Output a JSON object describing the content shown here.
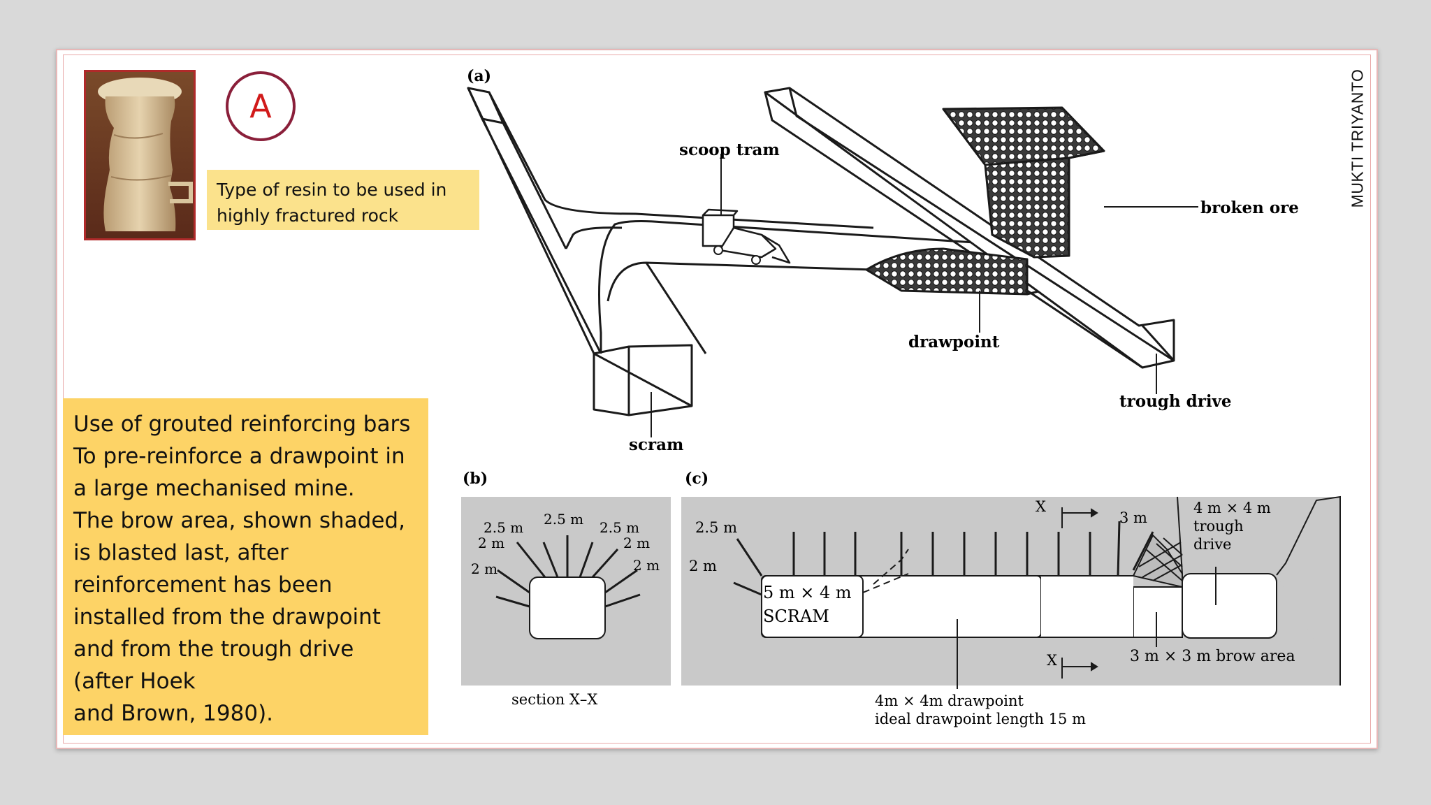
{
  "slide": {
    "circle_label": "A",
    "photo_caption": [
      "Type of resin to be used in",
      "highly fractured rock"
    ],
    "notes": [
      "Use of grouted reinforcing bars",
      "To pre-reinforce a drawpoint in",
      "a  large mechanised mine.",
      "The brow area, shown shaded,",
      "is blasted last, after",
      "reinforcement has been",
      "installed from the drawpoint",
      "and   from   the   trough   drive",
      "(after Hoek",
      "and Brown, 1980)."
    ],
    "author": "MUKTI TRIYANTO"
  },
  "diagram": {
    "panel_a": {
      "label": "(a)",
      "callouts": {
        "scoop_tram": "scoop tram",
        "broken_ore": "broken ore",
        "drawpoint": "drawpoint",
        "trough_drive": "trough drive",
        "scram": "scram"
      }
    },
    "panel_b": {
      "label": "(b)",
      "spans": [
        "2.5 m",
        "2.5 m",
        "2.5 m",
        "2 m",
        "2 m",
        "2 m",
        "2 m"
      ],
      "section": "section X–X"
    },
    "panel_c": {
      "label": "(c)",
      "bolt_left": [
        "2.5 m",
        "2 m"
      ],
      "scram_size": "5 m × 4 m",
      "scram_name": "SCRAM",
      "section_marker": "X",
      "brow_bolt": "3 m",
      "trough": [
        "4 m × 4 m",
        "trough",
        "drive"
      ],
      "brow_area": "3 m × 3 m brow area",
      "drawpoint": [
        "4m  ×  4m drawpoint",
        "ideal drawpoint length 15 m"
      ]
    }
  },
  "colors": {
    "notes_bg": "#fdd366",
    "caption_bg": "#fbe28c",
    "circle_border": "#8a1f3a",
    "circle_text": "#d11a1a",
    "panel_gray": "#c9c9c9"
  }
}
